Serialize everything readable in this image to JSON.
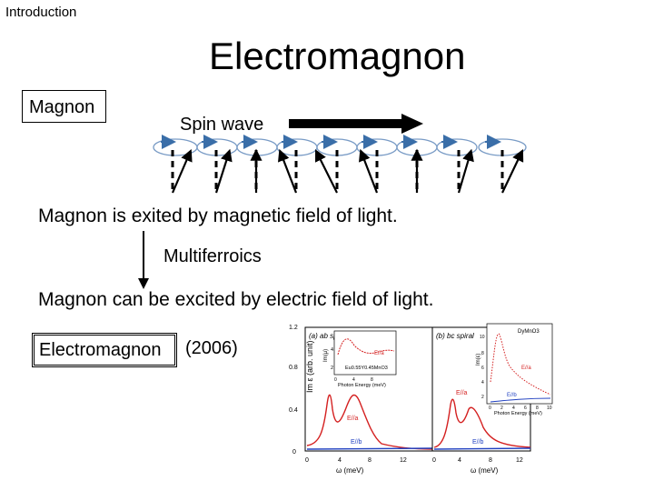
{
  "header": {
    "section": "Introduction",
    "title": "Electromagnon"
  },
  "magnon_box": {
    "label": "Magnon"
  },
  "spin_wave": {
    "label": "Spin wave"
  },
  "statements": {
    "line1": "Magnon is exited by magnetic field of light.",
    "multiferroics": "Multiferroics",
    "line2": "Magnon can be excited by electric field of light."
  },
  "electromagnon_box": {
    "label": "Electromagnon",
    "year": "(2006)"
  },
  "figure": {
    "panel_a": {
      "tag": "(a) ab spiral",
      "ylabel": "Im ε (arb. unit)",
      "xlabel": "ω (meV)",
      "yticks": [
        "0",
        "0.4",
        "0.8",
        "1.2"
      ],
      "xticks": [
        "0",
        "4",
        "8",
        "12"
      ],
      "labels": {
        "main": "E//a",
        "blue": "E//b"
      },
      "inset": {
        "ylabel": "Im(μ)",
        "yticks": [
          "2",
          "4"
        ],
        "xticks": [
          "0",
          "4",
          "8"
        ],
        "label": "E//a",
        "compound": "Eu0.55Y0.45MnO3",
        "xlabel": "Photon Energy (meV)"
      }
    },
    "panel_b": {
      "tag": "(b) bc spiral",
      "xlabel": "ω (meV)",
      "xticks": [
        "0",
        "4",
        "8",
        "12"
      ],
      "labels": {
        "main": "E//a",
        "blue": "E//b"
      },
      "inset": {
        "compound": "DyMnO3",
        "ylabel": "Im(ε)",
        "yticks": [
          "2",
          "4",
          "6",
          "8",
          "10"
        ],
        "xticks": [
          "0",
          "2",
          "4",
          "6",
          "8",
          "10"
        ],
        "label_a": "E//a",
        "label_b": "E//b",
        "xlabel": "Photon Energy (meV)"
      }
    }
  },
  "colors": {
    "arrow_blue": "#3a6ea8",
    "curve_red": "#d42020",
    "curve_blue": "#2040c0"
  }
}
